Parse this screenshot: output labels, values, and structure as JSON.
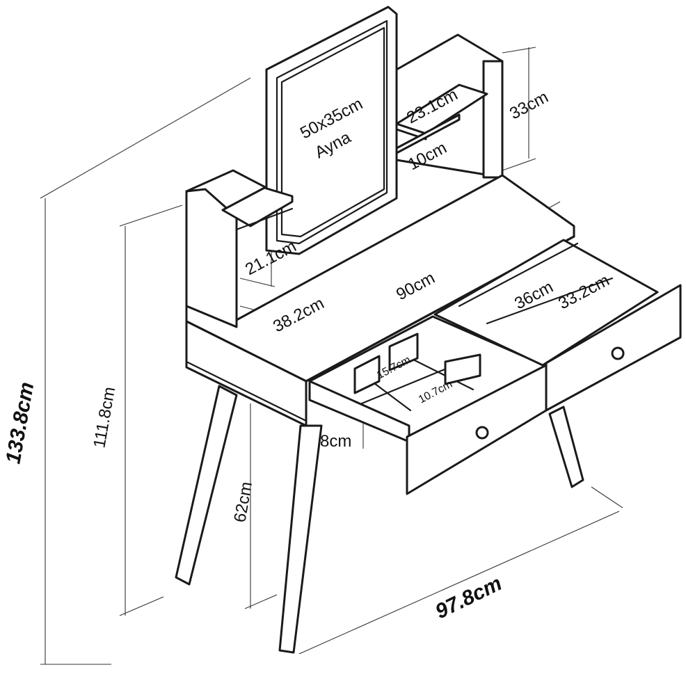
{
  "labels": {
    "mirror_size": "50x35cm",
    "mirror_name": "Ayna",
    "shelf_width": "23.1cm",
    "top_height": "33cm",
    "shelf_gap": "10cm",
    "side_shelf_height": "21.1cm",
    "depth": "38.2cm",
    "table_width": "90cm",
    "drawer_width_outer": "36cm",
    "drawer_width_inner": "33.2cm",
    "compartment_a": "15.7cm",
    "compartment_b": "10.7cm",
    "drawer_height": "8cm",
    "total_height": "133.8cm",
    "mid_height": "111.8cm",
    "table_height": "62cm",
    "total_width": "97.8cm"
  }
}
